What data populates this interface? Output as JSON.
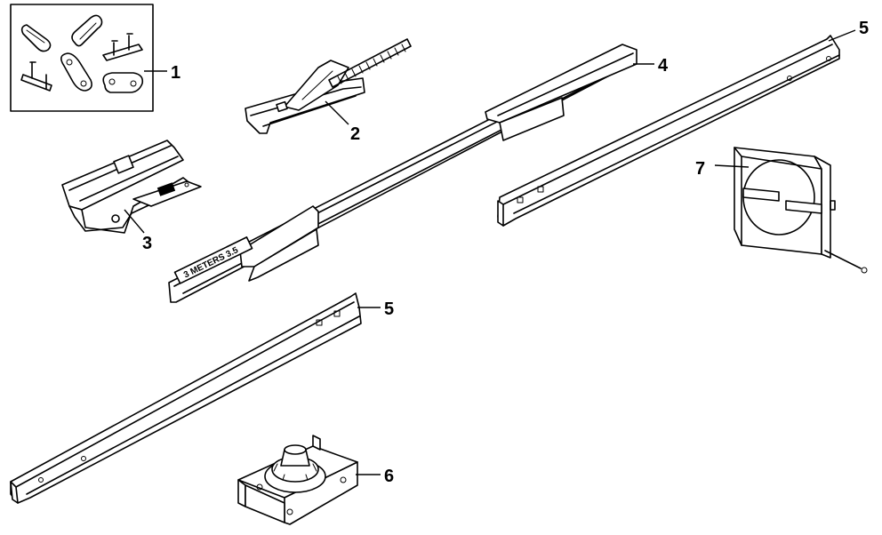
{
  "callouts": {
    "c1": "1",
    "c2": "2",
    "c3": "3",
    "c4": "4",
    "c5_top": "5",
    "c5_mid": "5",
    "c6": "6",
    "c7": "7"
  },
  "parts": [
    {
      "id": "1",
      "name": "chain-link-kit"
    },
    {
      "id": "2",
      "name": "trolley-threaded-shaft"
    },
    {
      "id": "3",
      "name": "trolley-carriage"
    },
    {
      "id": "4",
      "name": "rail-center-section"
    },
    {
      "id": "5",
      "name": "rail-section"
    },
    {
      "id": "6",
      "name": "sprocket-bracket"
    },
    {
      "id": "7",
      "name": "sensor-plate"
    }
  ],
  "rail_marking": "3 METERS 3.5"
}
